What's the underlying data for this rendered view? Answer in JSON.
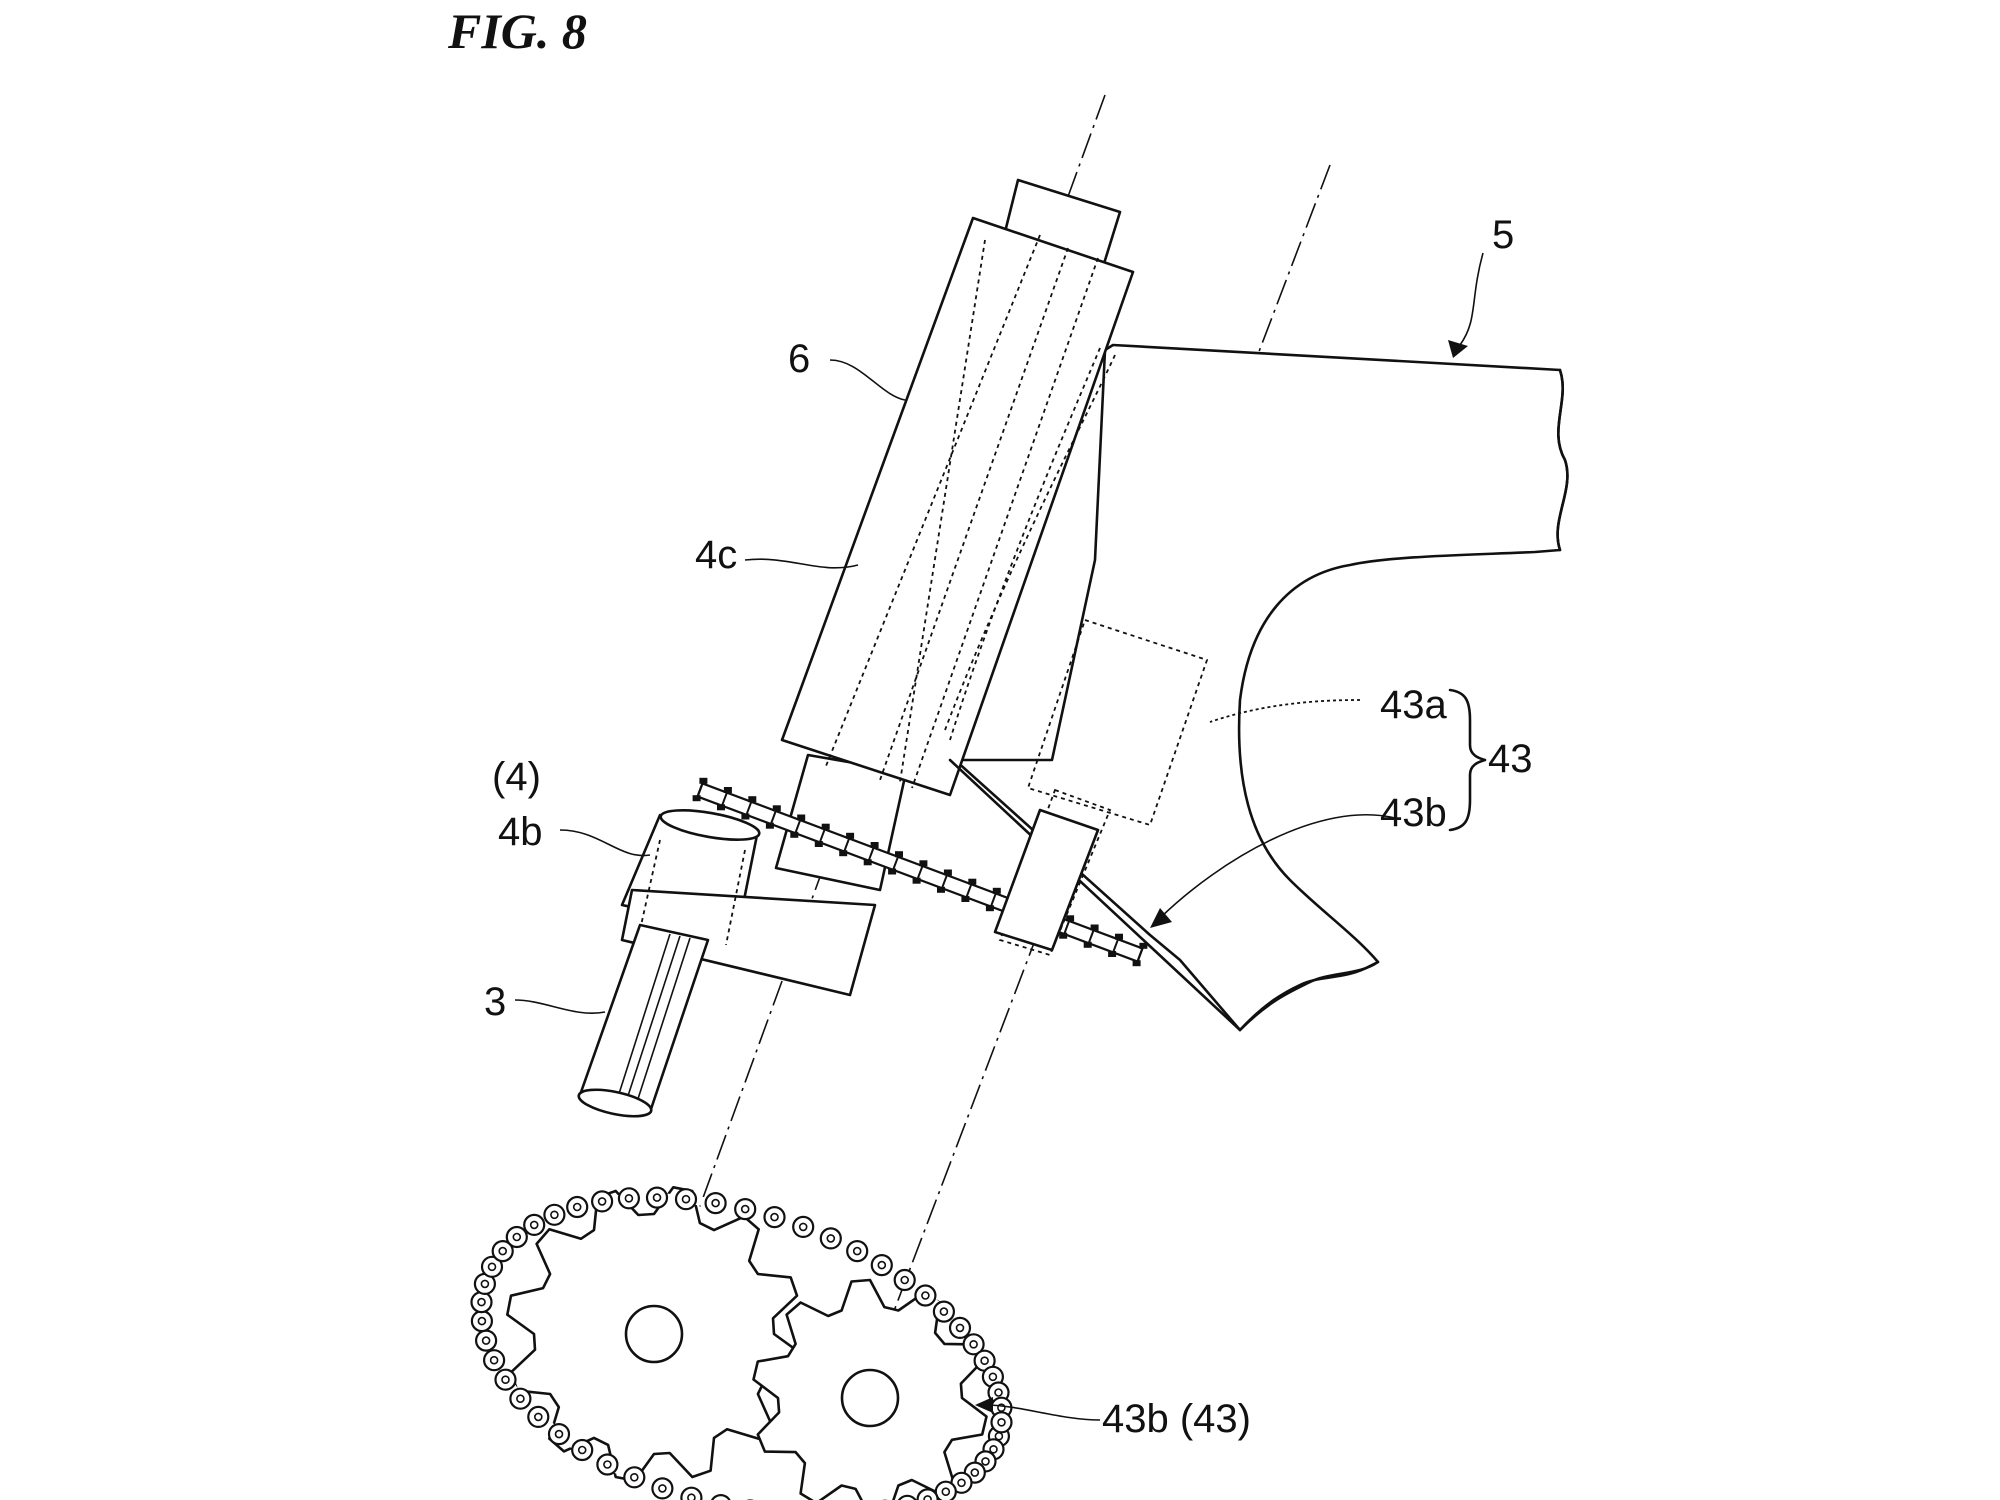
{
  "figure": {
    "title": "FIG. 8"
  },
  "labels": {
    "frame": "5",
    "steering_column": "6",
    "inner_shaft": "4c",
    "paren_group": "(4)",
    "lower_joint": "4b",
    "shaft": "3",
    "motor_unit": "43a",
    "assembly": "43",
    "chain_upper": "43b",
    "chain_lower": "43b (43)"
  }
}
